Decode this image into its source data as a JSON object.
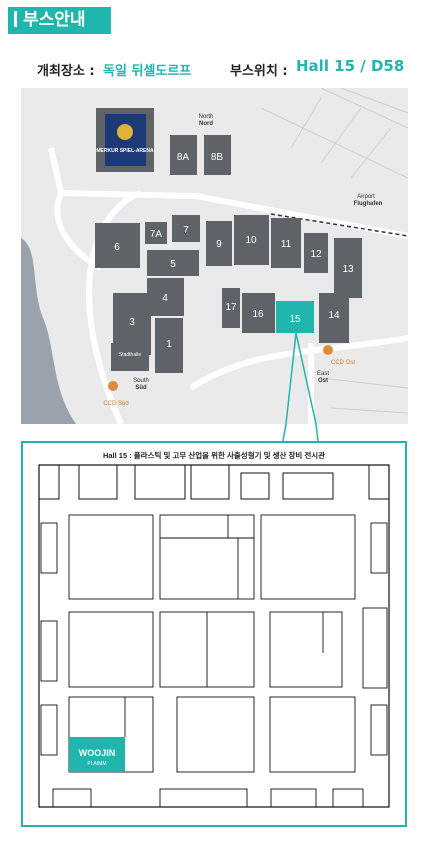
{
  "header": {
    "title": "부스안내"
  },
  "venue": {
    "location_label": "개최장소 :",
    "location_value": "독일 뒤셀도르프",
    "booth_label": "부스위치 :",
    "booth_value": "Hall 15 / D58"
  },
  "map": {
    "halls": [
      "8A",
      "8B",
      "7A",
      "7",
      "6",
      "5",
      "4",
      "3",
      "1",
      "9",
      "10",
      "11",
      "12",
      "13",
      "14",
      "15",
      "16",
      "17"
    ],
    "highlight_hall": "15",
    "arena_name": "MERKUR SPIEL-ARENA",
    "north_label_1": "North",
    "north_label_2": "Nord",
    "airport_label_1": "Airport",
    "airport_label_2": "Flughafen",
    "south_label_1": "South",
    "south_label_2": "Süd",
    "east_label_1": "East",
    "east_label_2": "Ost",
    "ccd_sud": "CCD Süd",
    "ccd_ost": "CCD Ost",
    "stadthalle": "Stadthalle",
    "accent_color": "#20b5ad",
    "hall_color": "#5f6368"
  },
  "floorplan": {
    "title": "Hall 15 : 플라스틱 및 고무 산업을 위한 사출성형기 및 생산 장비 전시관",
    "exhibitor_line1": "WOOJIN",
    "exhibitor_line2": "PLAIMM",
    "exhibitor_color": "#20b5ad"
  }
}
